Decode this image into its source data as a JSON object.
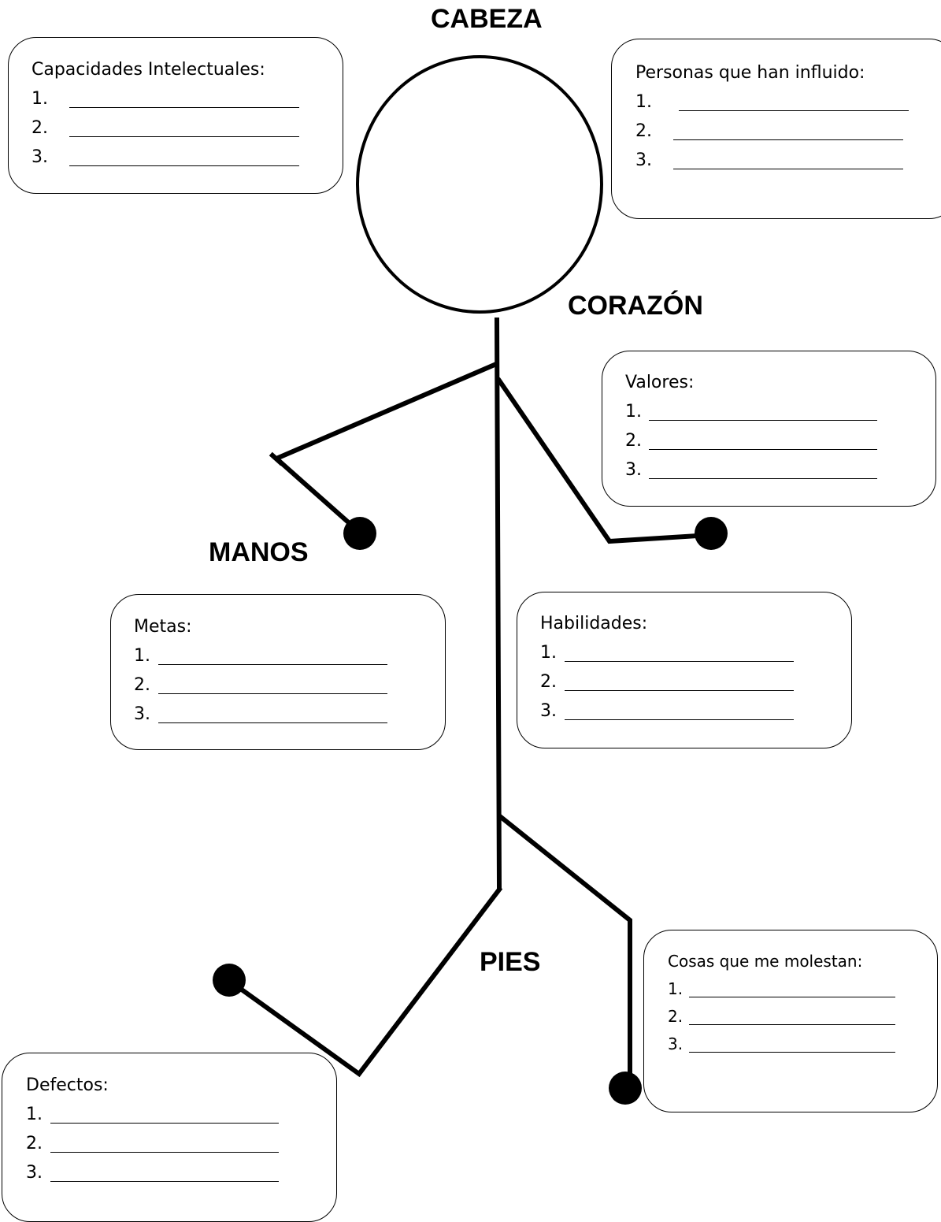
{
  "headings": {
    "cabeza": "CABEZA",
    "corazon": "CORAZÓN",
    "manos": "MANOS",
    "pies": "PIES"
  },
  "boxes": {
    "capacidades": {
      "title": "Capacidades Intelectuales:",
      "items": [
        "1.",
        "2.",
        "3."
      ]
    },
    "personas": {
      "title": "Personas que han influido:",
      "items": [
        "1.",
        "2.",
        "3."
      ]
    },
    "valores": {
      "title": "Valores:",
      "items": [
        "1.",
        "2.",
        "3."
      ]
    },
    "metas": {
      "title": "Metas:",
      "items": [
        "1.",
        "2.",
        "3."
      ]
    },
    "habilidades": {
      "title": "Habilidades:",
      "items": [
        "1.",
        "2.",
        "3."
      ]
    },
    "cosas": {
      "title": "Cosas que me molestan:",
      "items": [
        "1.",
        "2.",
        "3."
      ]
    },
    "defectos": {
      "title": "Defectos:",
      "items": [
        "1.",
        "2.",
        "3."
      ]
    }
  }
}
